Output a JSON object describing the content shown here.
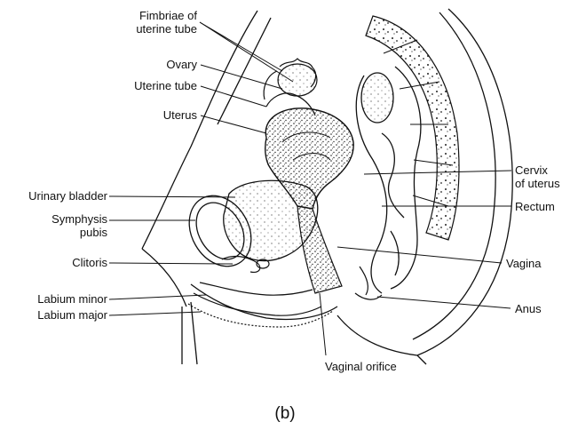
{
  "figure": {
    "part_label": "(b)",
    "labels": {
      "fimbriae_line1": "Fimbriae of",
      "fimbriae_line2": "uterine tube",
      "ovary": "Ovary",
      "uterine_tube": "Uterine tube",
      "uterus": "Uterus",
      "urinary_bladder": "Urinary bladder",
      "symphysis_line1": "Symphysis",
      "symphysis_line2": "pubis",
      "clitoris": "Clitoris",
      "labium_minor": "Labium minor",
      "labium_major": "Labium major",
      "cervix_line1": "Cervix",
      "cervix_line2": "of uterus",
      "rectum": "Rectum",
      "vagina": "Vagina",
      "anus": "Anus",
      "vaginal_orifice": "Vaginal orifice"
    }
  }
}
